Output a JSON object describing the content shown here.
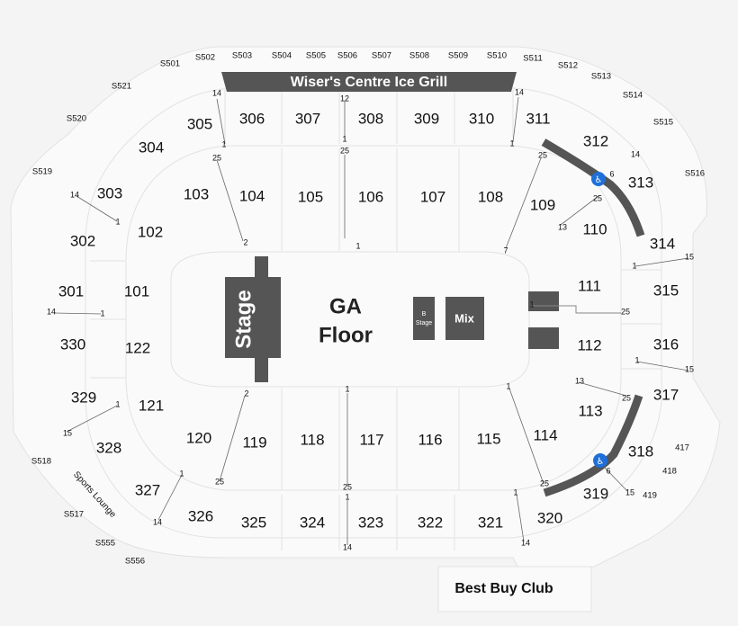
{
  "colors": {
    "background": "#f4f4f4",
    "stage": "#555555",
    "ada": "#1e6fd9"
  },
  "icons": {
    "accessibility": "wheelchair-icon"
  },
  "venue": {
    "grill_label": "Wiser's Centre Ice Grill",
    "stage_label": "Stage",
    "floor_line1": "GA",
    "floor_line2": "Floor",
    "b_stage_line1": "B",
    "b_stage_line2": "Stage",
    "mix_label": "Mix",
    "club_label": "Best Buy Club",
    "lounge_label": "Sports Lounge"
  },
  "sections": {
    "s101": "101",
    "s102": "102",
    "s103": "103",
    "s104": "104",
    "s105": "105",
    "s106": "106",
    "s107": "107",
    "s108": "108",
    "s109": "109",
    "s110": "110",
    "s111": "111",
    "s112": "112",
    "s113": "113",
    "s114": "114",
    "s115": "115",
    "s116": "116",
    "s117": "117",
    "s118": "118",
    "s119": "119",
    "s120": "120",
    "s121": "121",
    "s122": "122",
    "s301": "301",
    "s302": "302",
    "s303": "303",
    "s304": "304",
    "s305": "305",
    "s306": "306",
    "s307": "307",
    "s308": "308",
    "s309": "309",
    "s310": "310",
    "s311": "311",
    "s312": "312",
    "s313": "313",
    "s314": "314",
    "s315": "315",
    "s316": "316",
    "s317": "317",
    "s318": "318",
    "s319": "319",
    "s320": "320",
    "s321": "321",
    "s322": "322",
    "s323": "323",
    "s324": "324",
    "s325": "325",
    "s326": "326",
    "s327": "327",
    "s328": "328",
    "s329": "329",
    "s330": "330"
  },
  "suites": {
    "S501": "S501",
    "S502": "S502",
    "S503": "S503",
    "S504": "S504",
    "S505": "S505",
    "S506": "S506",
    "S507": "S507",
    "S508": "S508",
    "S509": "S509",
    "S510": "S510",
    "S511": "S511",
    "S512": "S512",
    "S513": "S513",
    "S514": "S514",
    "S515": "S515",
    "S516": "S516",
    "S517": "S517",
    "S518": "S518",
    "S519": "S519",
    "S520": "S520",
    "S521": "S521",
    "S555": "S555",
    "S556": "S556",
    "417": "417",
    "418": "418",
    "419": "419"
  },
  "row_numbers": {
    "r1": "14",
    "r2": "1",
    "r3": "12",
    "r4": "1",
    "r5": "14",
    "r6": "1",
    "r7": "25",
    "r8": "25",
    "r9": "2",
    "r10": "1",
    "r11": "25",
    "r12": "7",
    "r13": "14",
    "r14": "6",
    "r15": "25",
    "r16": "13",
    "r17": "14",
    "r18": "1",
    "r19": "15",
    "r20": "1",
    "r21": "14",
    "r22": "1",
    "r23": "25",
    "r24": "1",
    "r25": "15",
    "r26": "13",
    "r27": "25",
    "r28": "2",
    "r29": "1",
    "r30": "1",
    "r31": "1",
    "r32": "15",
    "r33": "25",
    "r34": "25",
    "r35": "6",
    "r36": "15",
    "r37": "1",
    "r38": "25",
    "r39": "14",
    "r40": "1",
    "r41": "14",
    "r42": "1",
    "r43": "14"
  }
}
